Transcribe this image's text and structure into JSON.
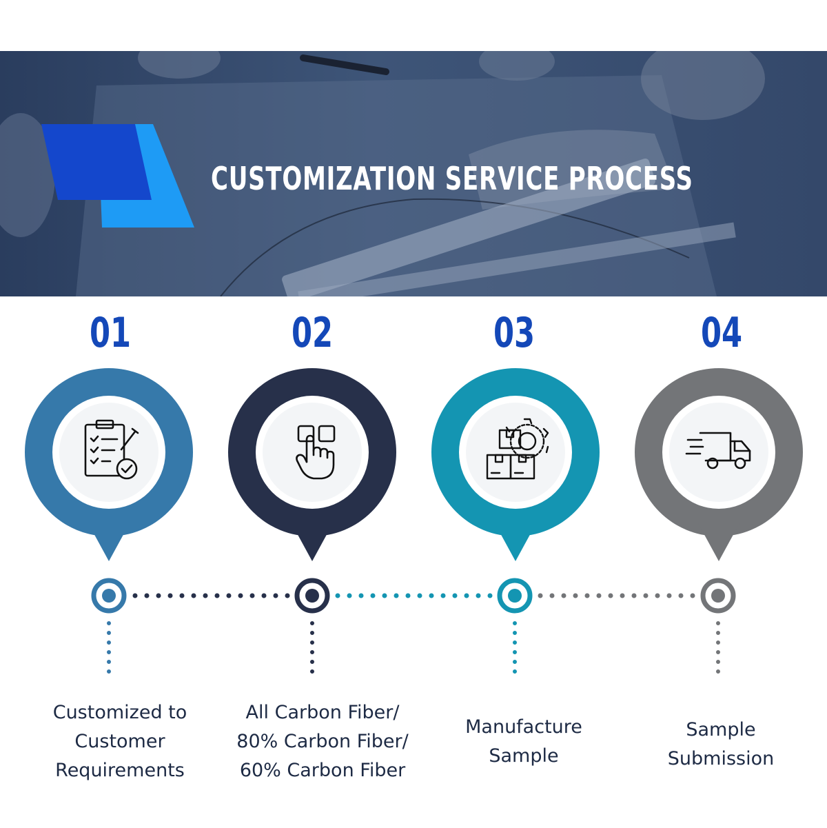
{
  "banner": {
    "title": "CUSTOMIZATION SERVICE PROCESS",
    "colors": {
      "primary_blue": "#1447cc",
      "light_blue": "#1e9bf5",
      "overlay": "#2f4466"
    }
  },
  "steps": [
    {
      "number": "01",
      "icon": "clipboard-checklist-icon",
      "color": "#3679aa",
      "label_lines": [
        "Customized to",
        "Customer",
        "Requirements"
      ]
    },
    {
      "number": "02",
      "icon": "touch-select-icon",
      "color": "#27304a",
      "label_lines": [
        "All Carbon Fiber/",
        "80% Carbon Fiber/",
        "60% Carbon Fiber"
      ]
    },
    {
      "number": "03",
      "icon": "manufacturing-boxes-gear-icon",
      "color": "#1495b2",
      "label_lines": [
        "Manufacture",
        "Sample"
      ]
    },
    {
      "number": "04",
      "icon": "delivery-truck-icon",
      "color": "#737578",
      "label_lines": [
        "Sample",
        "Submission"
      ]
    }
  ]
}
